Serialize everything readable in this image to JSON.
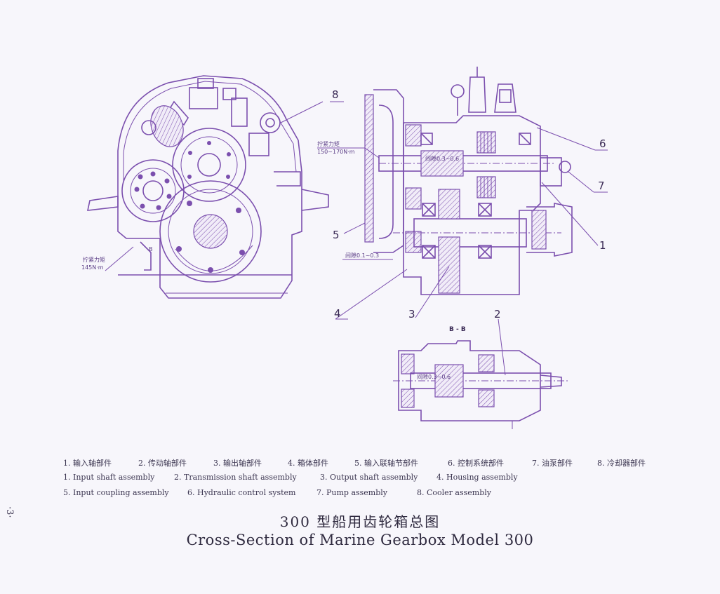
{
  "diagram": {
    "callouts": [
      "1",
      "2",
      "3",
      "4",
      "5",
      "6",
      "7",
      "8"
    ],
    "annotations": {
      "torque_upper_label": "拧紧力矩",
      "torque_upper_value": "150~170N·m",
      "torque_lower_label": "拧紧力矩",
      "torque_lower_value": "145N·m",
      "gap_a": "间隙0.3~0.6",
      "gap_b": "间隙0.1~0.3",
      "gap_c": "间隙0.3~0.6",
      "section_mark": "B",
      "section_label": "B - B"
    }
  },
  "legend": {
    "zh": [
      "1. 输入轴部件",
      "2. 传动轴部件",
      "3. 输出轴部件",
      "4. 箱体部件",
      "5. 输入联轴节部件",
      "6. 控制系统部件",
      "7. 油泵部件",
      "8. 冷却器部件"
    ],
    "en_row1": [
      "1. Input shaft assembly",
      "2. Transmission shaft assembly",
      "3. Output shaft assembly",
      "4. Housing assembly"
    ],
    "en_row2": [
      "5. Input coupling assembly",
      "6. Hydraulic control system",
      "7. Pump assembly",
      "8. Cooler assembly"
    ]
  },
  "title": {
    "zh": "300 型船用齿轮箱总图",
    "en": "Cross-Section of Marine Gearbox Model 300"
  },
  "page_number": "·3·",
  "colors": {
    "ink": "#7b4fae",
    "text": "#2f2a3f",
    "paper": "#f7f6fb"
  }
}
